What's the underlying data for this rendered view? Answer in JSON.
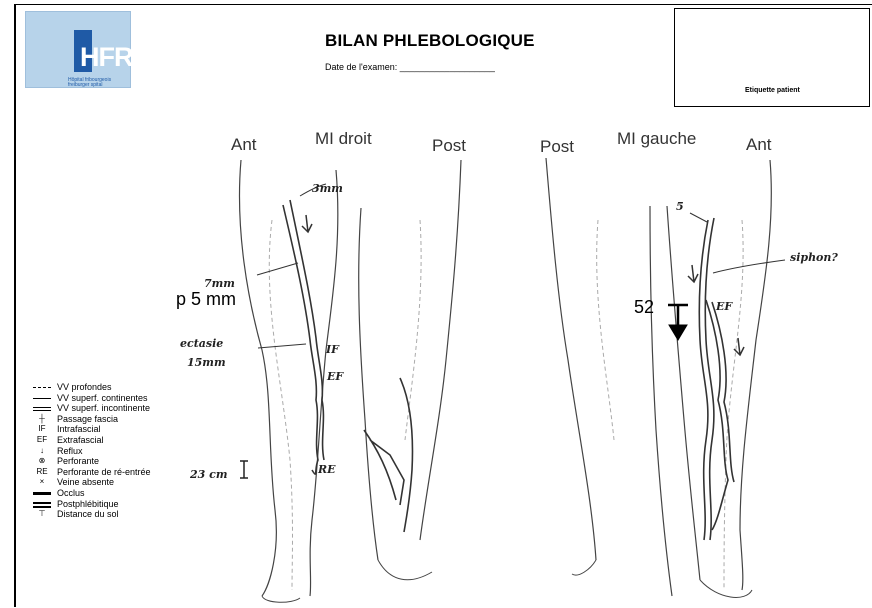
{
  "header": {
    "logo_text": "HFR",
    "logo_subtext": "Hôpital fribourgeois freiburger spital",
    "title": "BILAN PHLEBOLOGIQUE",
    "date_label": "Date de l'examen: ___________________",
    "patient_label": "Etiquette patient"
  },
  "view_labels": {
    "right_ant": "Ant",
    "right_title": "MI droit",
    "right_post": "Post",
    "left_post": "Post",
    "left_title": "MI gauche",
    "left_ant": "Ant"
  },
  "annotations": {
    "right_3mm": "3mm",
    "right_7mm": "7mm",
    "right_p5": "p 5 mm",
    "right_ectasie": "ectasie",
    "right_15mm": "15mm",
    "right_if": "IF",
    "right_ef": "EF",
    "right_re": "RE",
    "right_23cm": "23 cm",
    "left_5": "5",
    "left_siphon": "siphon?",
    "left_ef": "EF",
    "left_52": "52"
  },
  "legend": [
    {
      "symbol": "dashed-line",
      "label": "VV profondes"
    },
    {
      "symbol": "thin-line",
      "label": "VV superf. continentes"
    },
    {
      "symbol": "double-line",
      "label": "VV superf. incontinente"
    },
    {
      "symbol": "fascia-cross",
      "label": "Passage fascia"
    },
    {
      "symbol": "text-IF",
      "glyph": "IF",
      "label": "Intrafascial"
    },
    {
      "symbol": "text-EF",
      "glyph": "EF",
      "label": "Extrafascial"
    },
    {
      "symbol": "down-arrow",
      "glyph": "↓",
      "label": "Reflux"
    },
    {
      "symbol": "circle-cross",
      "glyph": "⊗",
      "label": "Perforante"
    },
    {
      "symbol": "text-RE",
      "glyph": "RE",
      "label": "Perforante de ré-entrée"
    },
    {
      "symbol": "cross",
      "glyph": "×",
      "label": "Veine absente"
    },
    {
      "symbol": "thick-line",
      "label": "Occlus"
    },
    {
      "symbol": "double-thick-line",
      "label": "Postphlébitique"
    },
    {
      "symbol": "t-arrow",
      "glyph": "⊤",
      "label": "Distance du sol"
    }
  ]
}
